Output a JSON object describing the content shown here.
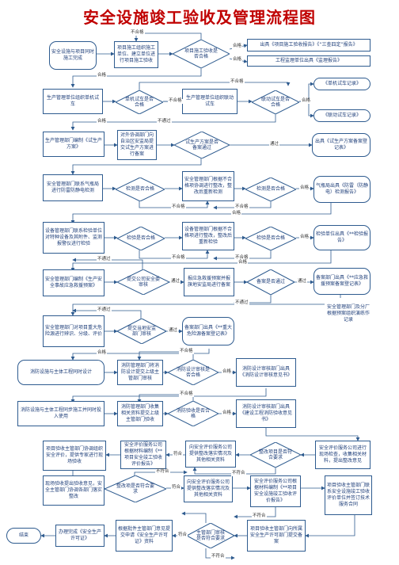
{
  "title": "安全设施竣工验收及管理流程图",
  "labels": {
    "pass": "合格",
    "fail": "不合格",
    "pass2": "通过",
    "notpass": "不通过",
    "comply": "符合",
    "notcomply": "不符合"
  },
  "nodes": {
    "n_start_left": "安全设施与项目同时施工完成",
    "n1": "项目施工组织施工单位、建立单位进行项目施工验收",
    "d1": "项目施工验收是否合格",
    "n1a": "出具《项目施工验收报告》《“三查四定”报告》",
    "n1b": "工程监理单位出具《监理报告》",
    "n2": "生产管理单位组织单机试车",
    "d2": "单机试车是否合格",
    "n3": "生产管理单位组织联动试车",
    "d3": "联动试车是否合格",
    "n2r": "《单机试车记录》",
    "n3r": "《联动试车记录》",
    "n4": "生产管理部门编制《试生产方案》",
    "n4b": "对外协调部门向自治区安监局提交试生产方案进行备案",
    "d4": "试生产方案是否备案通过",
    "n4r": "出具《试生产方案备案登记表》",
    "n5": "安全管理部门联系气瓶局进行防雷防静电检测",
    "d5": "检测是否合格",
    "n5m": "安全管理部门根据不合格项协调进行整改，整改后重新检测",
    "d5b": "检测是否合格",
    "n5r": "气瓶局出具《防雷（防静电）检测报告》",
    "n6": "设备管理部门联系检验单位对特种设备及其附件、监测报警仪进行检验",
    "d6": "检验是否合格",
    "n6m": "设备管理部门根据不合格项进行整改，整改后重新检验",
    "d6b": "检验是否合格",
    "n6r": "检验单位出具《**检验报告》",
    "n7": "安全管理部门编制《生产安全事故应急救援预案》",
    "d7": "提交公司安全委审核",
    "n7m": "报应急救援预案并报旗地安监局进行备案",
    "d7b": "备案是否通过",
    "n7r": "备案部门出具《**应急救援预案备案登记表》",
    "n7r2": "安全管理部门及分厂根据预案组织演练作记录",
    "n8": "安全管理部门对项目重大危险源进行辨识、分级、评价",
    "d8": "提交当地安监部门审核",
    "n8m": "备案部门出具《**重大危险源备案登记表》",
    "n9": "消防设施与主体工程同时设计",
    "n9b": "消防管理部门将消防设计提交上级主管部门审核",
    "d9": "消防设计审核是否合格",
    "n9r": "消防设计审核部门出具《消防设计审核意见书》",
    "n10": "消防设施与主体工程同步施工并同时投入使用",
    "n10b": "消防管理部门收集相关资料提交上级主管部门验收",
    "d10": "消防验收是否合格",
    "n10r": "消防设计审核部门出具《建设工程消防验收意见书》",
    "n11": "项目验收主管部门协调组织安全评价，提供专家进行现场验收",
    "n11b": "安全评价服务公司根据材料编制《**项目安全竣工验收评价报告》",
    "n11c": "向安全评价服务公司提供整改落实情况及其他相关资料",
    "d11": "整改项目是否符合要求",
    "n11r": "安全评价服务公司进行现场检查，收集相关材料，提出整改意见",
    "n12": "现场验收提出验收意见，安全主管部门协调各部门落实整改",
    "d12": "整改项是否符合要求",
    "n12b": "向安全评价服务公司提供整改落实情况及其他相关资料",
    "n12c": "安全评价服务公司根据材料编制《**项目安全设施竣工验收评价报告》",
    "n12r": "项目验收主管部门联系安全设施竣工验收评价单位并签订技术服务合同",
    "n_end": "结束",
    "n13": "办理完成《安全生产许可证》",
    "n13b": "根据批件主管部门意见提交申请《安全生产许可证》资料",
    "d13": "主管部门审核是否符合要求",
    "n13c": "项目验收主管部门向所属安全生产许可部门提交备案"
  }
}
